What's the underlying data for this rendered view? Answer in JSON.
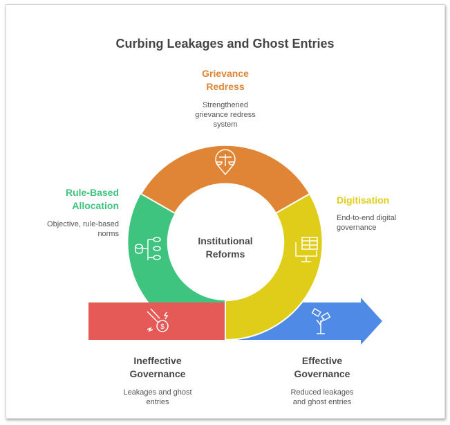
{
  "title": "Curbing Leakages and Ghost Entries",
  "center": {
    "line1": "Institutional",
    "line2": "Reforms"
  },
  "segments": [
    {
      "title_line1": "Grievance",
      "title_line2": "Redress",
      "desc_line1": "Strengthened",
      "desc_line2": "grievance redress",
      "desc_line3": "system",
      "color": "#e08535",
      "icon": "scales-pin-icon"
    },
    {
      "title_line1": "Rule-Based",
      "title_line2": "Allocation",
      "desc_line1": "Objective, rule-based",
      "desc_line2": "norms",
      "color": "#3fc47f",
      "icon": "database-hierarchy-icon"
    },
    {
      "title_line1": "Digitisation",
      "desc_line1": "End-to-end digital",
      "desc_line2": "governance",
      "color": "#e0cd1a",
      "icon": "computer-table-icon"
    }
  ],
  "start": {
    "title_line1": "Ineffective",
    "title_line2": "Governance",
    "desc_line1": "Leakages and ghost",
    "desc_line2": "entries",
    "color": "#e55a56",
    "icon": "money-leak-icon"
  },
  "end": {
    "title_line1": "Effective",
    "title_line2": "Governance",
    "desc_line1": "Reduced leakages",
    "desc_line2": "and ghost entries",
    "color": "#4f8be6",
    "icon": "money-plant-icon"
  }
}
